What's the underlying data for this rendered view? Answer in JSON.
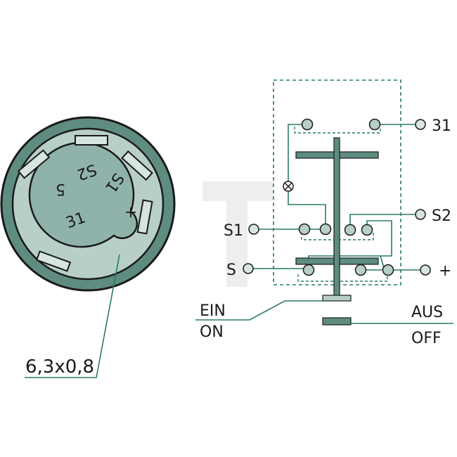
{
  "connector_labels": {
    "t31": "31",
    "s2": "S2",
    "s1": "S1",
    "s": "S",
    "plus": "+"
  },
  "switch_labels": {
    "ein": "EIN",
    "on": "ON",
    "aus": "AUS",
    "off": "OFF"
  },
  "socket_labels": {
    "l5": "5",
    "l_s2": "S2",
    "l_s1": "S1",
    "l_plus": "+",
    "l_31": "31"
  },
  "terminal_size_label": "6,3x0,8",
  "colors": {
    "line": "#2a7a6a",
    "dark_green": "#5e8c80",
    "light_green": "#b8cfc8",
    "mid_green": "#8fb3aa",
    "outline": "#1a1a1a",
    "watermark": "#eeeeee"
  }
}
